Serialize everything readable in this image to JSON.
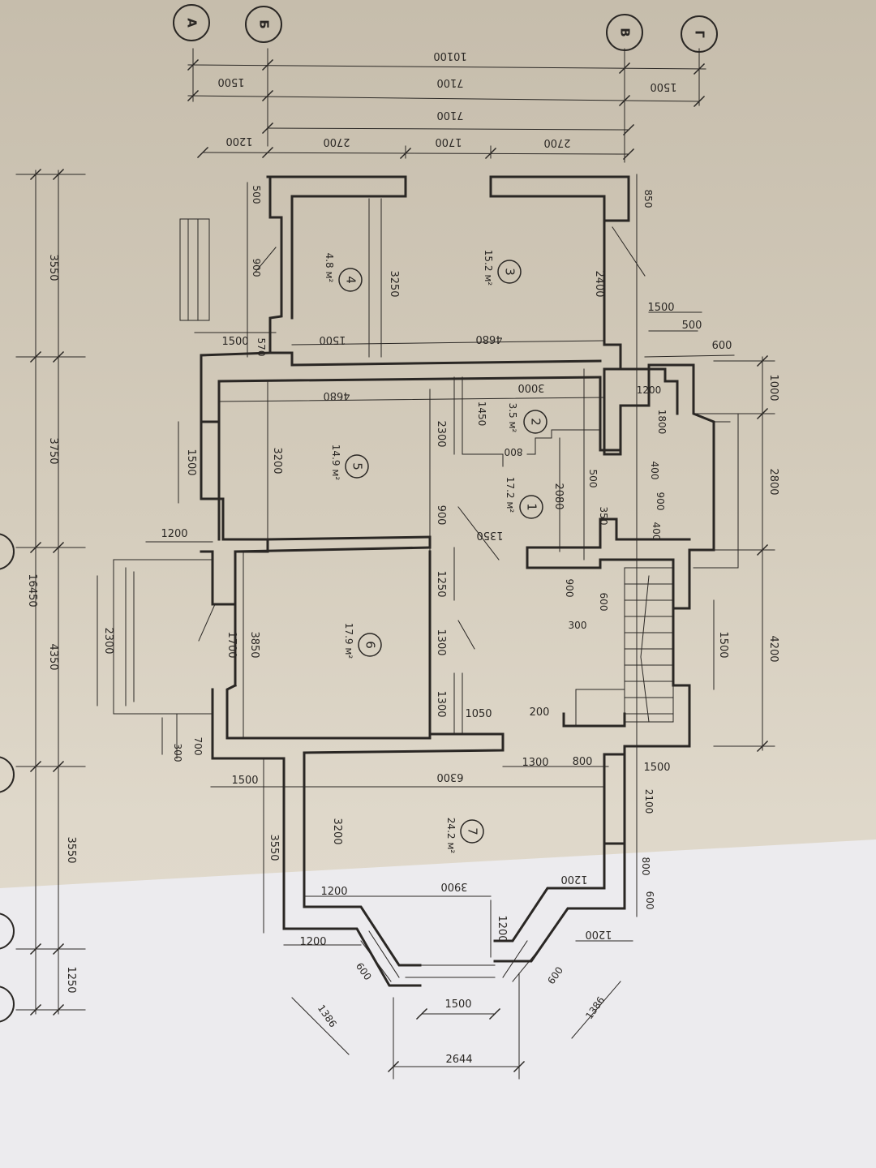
{
  "colors": {
    "paper_top": "#c9c1b1",
    "paper_mid": "#d7cfbf",
    "paper_bottom": "#e8e6e6",
    "ink": "#2a2724"
  },
  "axes": [
    "А",
    "Б",
    "В",
    "Г"
  ],
  "rooms": [
    {
      "number": "1",
      "area": "17.2 м²"
    },
    {
      "number": "2",
      "area": "3.5 м²"
    },
    {
      "number": "3",
      "area": "15.2 м²"
    },
    {
      "number": "4",
      "area": "4.8 м²"
    },
    {
      "number": "5",
      "area": "14.9 м²"
    },
    {
      "number": "6",
      "area": "17.9 м²"
    },
    {
      "number": "7",
      "area": "24.2 м²"
    }
  ],
  "dimensions": {
    "top_overall": "10100",
    "top_row": [
      "1500",
      "7100",
      "1500"
    ],
    "top_inner": "7100",
    "top_openings": [
      "1200",
      "2700",
      "1700",
      "2700"
    ],
    "right_a": [
      "1500",
      "500",
      "600"
    ],
    "right_b": [
      "1000",
      "2800",
      "4200"
    ],
    "right_c": [
      "850",
      "1200",
      "1800",
      "400",
      "900",
      "400",
      "1500",
      "1500",
      "2100",
      "800",
      "600"
    ],
    "left_overall": "16450",
    "left_segments": [
      "3550",
      "3750",
      "4350",
      "3550",
      "1250"
    ],
    "left_b": [
      "500",
      "900",
      "1500",
      "570",
      "1500",
      "1200",
      "2300",
      "700",
      "300",
      "1500"
    ],
    "inner": [
      "3250",
      "4680",
      "1500",
      "2400",
      "4680",
      "3000",
      "1450",
      "800",
      "2300",
      "3200",
      "900",
      "1350",
      "2080",
      "500",
      "350",
      "1250",
      "3850",
      "1300",
      "1300",
      "900",
      "600",
      "300",
      "1700",
      "1050",
      "200",
      "1300",
      "800",
      "6300",
      "3200",
      "3550"
    ],
    "bay": [
      "1200",
      "3900",
      "1200",
      "1200",
      "1200",
      "1200",
      "600",
      "600",
      "1500",
      "1386",
      "1386",
      "2644"
    ]
  }
}
